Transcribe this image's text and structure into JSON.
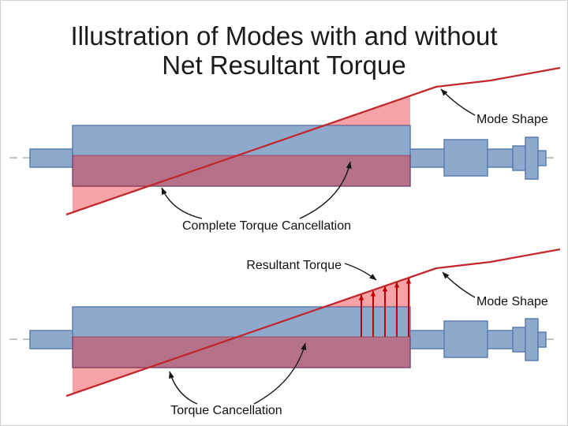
{
  "title": {
    "line1": "Illustration of Modes with and without",
    "line2": "Net Resultant Torque"
  },
  "top_diagram": {
    "mode_shape_label": "Mode Shape",
    "torque_cancellation_label": "Complete Torque Cancellation"
  },
  "bottom_diagram": {
    "mode_shape_label": "Mode Shape",
    "resultant_torque_label": "Resultant Torque",
    "torque_cancellation_label": "Torque Cancellation"
  },
  "colors": {
    "machine_fill": "#8FA9CC",
    "machine_stroke": "#5B7EAE",
    "torque_fill": "#E8232E",
    "mode_line": "#C1272D",
    "resultant_arrow": "#C00000",
    "centerline": "#B0B0B0"
  }
}
